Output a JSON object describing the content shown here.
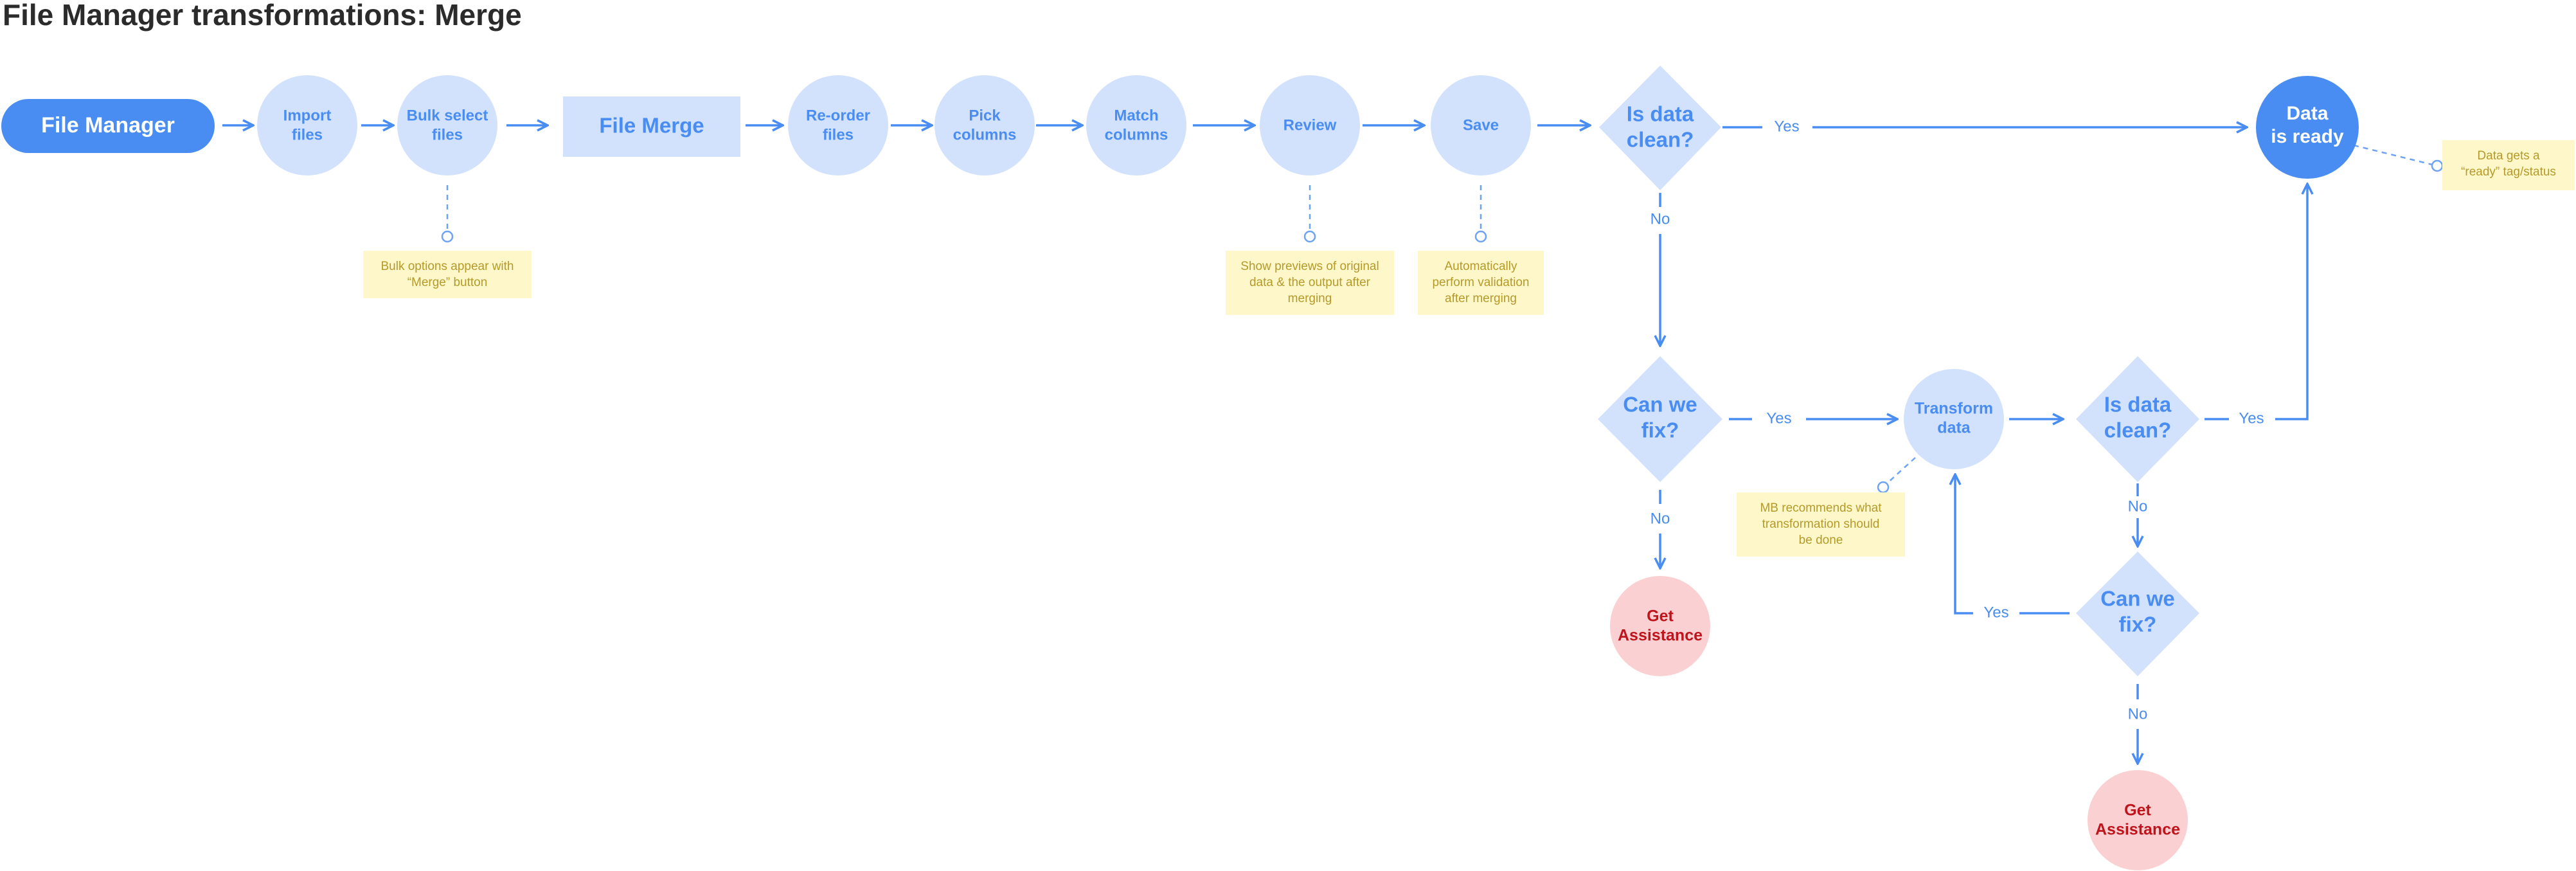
{
  "title": "File Manager transformations: Merge",
  "colors": {
    "accent": "#4a8df2",
    "node_fill": "#d2e2fd",
    "node_dark": "#4a8df2",
    "note_fill": "#fdf7c9",
    "note_text": "#b59a2a",
    "danger_fill": "#fbd0d2",
    "danger_text": "#c0141c"
  },
  "nodes": {
    "file_manager": "File Manager",
    "import_files": [
      "Import",
      "files"
    ],
    "bulk_select": [
      "Bulk select",
      "files"
    ],
    "file_merge": "File Merge",
    "reorder": [
      "Re-order",
      "files"
    ],
    "pick_columns": [
      "Pick",
      "columns"
    ],
    "match_columns": [
      "Match",
      "columns"
    ],
    "review": "Review",
    "save": "Save",
    "is_clean_1": [
      "Is data",
      "clean?"
    ],
    "data_ready": [
      "Data",
      "is ready"
    ],
    "can_fix_1": [
      "Can we",
      "fix?"
    ],
    "transform": [
      "Transform",
      "data"
    ],
    "is_clean_2": [
      "Is data",
      "clean?"
    ],
    "can_fix_2": [
      "Can we",
      "fix?"
    ],
    "assist_1": [
      "Get",
      "Assistance"
    ],
    "assist_2": [
      "Get",
      "Assistance"
    ]
  },
  "edge_labels": {
    "clean1_yes": "Yes",
    "clean1_no": "No",
    "fix1_yes": "Yes",
    "fix1_no": "No",
    "clean2_yes": "Yes",
    "clean2_no": "No",
    "fix2_yes": "Yes",
    "fix2_no": "No"
  },
  "notes": {
    "bulk": [
      "Bulk options appear with",
      "“Merge” button"
    ],
    "review": [
      "Show previews of original",
      "data & the output after",
      "merging"
    ],
    "save": [
      "Automatically",
      "perform validation",
      "after merging"
    ],
    "ready": [
      "Data gets a",
      "“ready” tag/status"
    ],
    "transform": [
      "MB recommends what",
      "transformation should",
      "be done"
    ]
  }
}
